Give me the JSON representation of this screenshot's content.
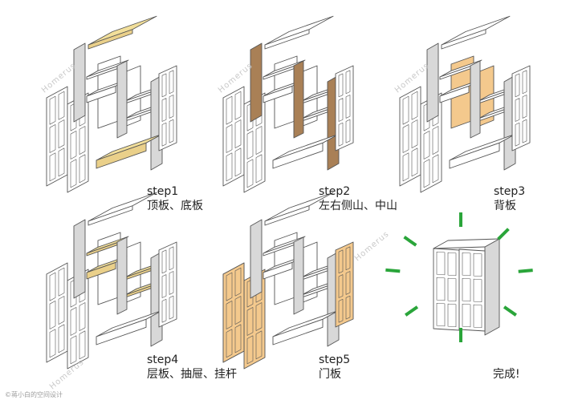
{
  "colors": {
    "outline": "#555555",
    "panel_fill": "#ffffff",
    "side_fill": "#d8d8d8",
    "highlight_top": "#f2df9a",
    "highlight_side": "#ead08a",
    "highlight_mid_panel": "#a98056",
    "highlight_back_door": "#f4c98d",
    "burst_green": "#2aa53a"
  },
  "steps": [
    {
      "step_label": "step1",
      "desc": "顶板、底板"
    },
    {
      "step_label": "step2",
      "desc": "左右侧山、中山"
    },
    {
      "step_label": "step3",
      "desc": "背板"
    },
    {
      "step_label": "step4",
      "desc": "层板、抽屉、挂杆"
    },
    {
      "step_label": "step5",
      "desc": "门板"
    }
  ],
  "final": {
    "label": "完成!"
  },
  "watermark": {
    "text": "Homerus"
  },
  "credit": {
    "text": "©蒋小白的空间设计"
  }
}
